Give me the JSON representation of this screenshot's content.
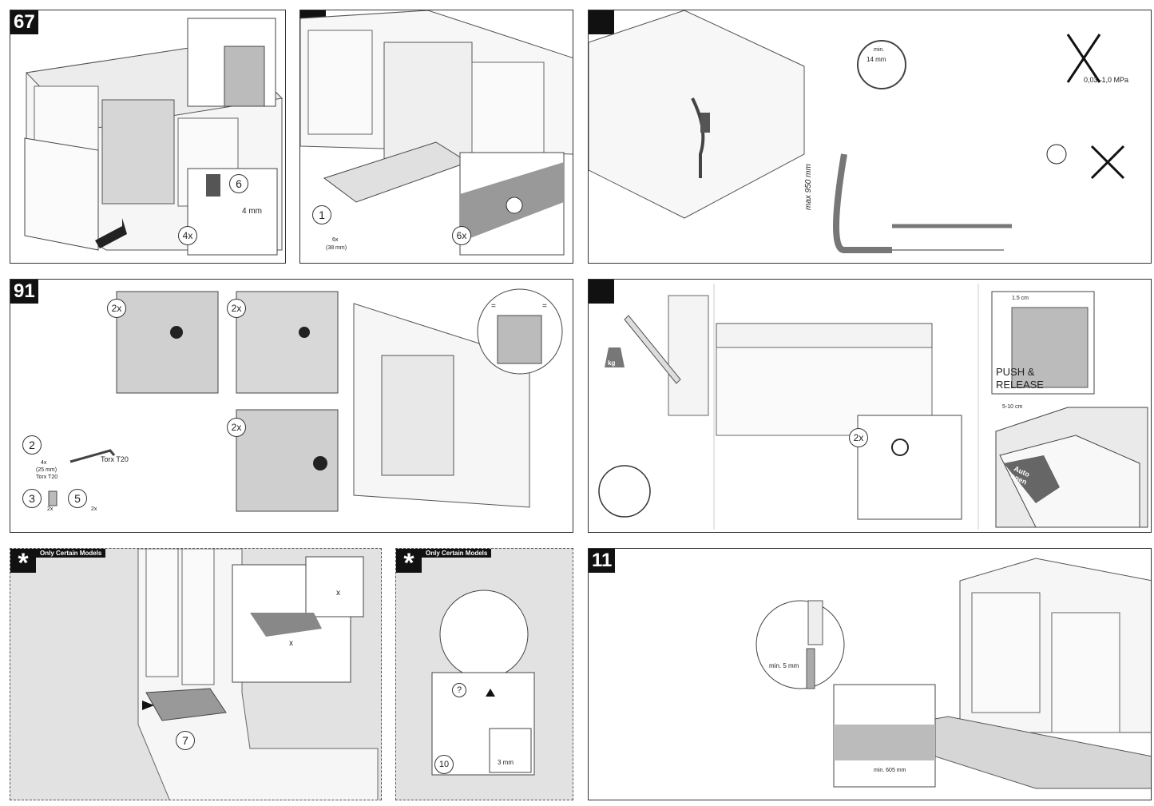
{
  "panels": {
    "p1": {
      "step": "67",
      "mult": "4x",
      "callout": "6",
      "measure": "4 mm"
    },
    "p2": {
      "step": "",
      "part": "1",
      "qty": "6x",
      "size": "(38 mm)",
      "mult": "6x"
    },
    "p3": {
      "step": "",
      "min_label": "min.",
      "min_value": "14 mm",
      "pressure": "0,03–1,0 MPa",
      "height": "max 950 mm"
    },
    "p4": {
      "step": "91",
      "mult_a": "2x",
      "mult_b": "2x",
      "mult_c": "2x",
      "equal_a": "=",
      "equal_b": "=",
      "part2": "2",
      "part2_qty": "4x",
      "part2_size": "(25 mm)",
      "part2_tool": "Torx T20",
      "tool": "Torx T20",
      "part3": "3",
      "part3_qty": "2x",
      "part5": "5",
      "part5_qty": "2x"
    },
    "p5": {
      "step": "",
      "weight": "kg",
      "dist_a": "1.5 cm",
      "push": "PUSH &\nRELEASE",
      "dist_b": "5-10 cm",
      "auto": "Auto\nopen",
      "mult": "2x"
    },
    "p6": {
      "only": "Only Certain Models",
      "x1": "x",
      "x2": "x",
      "callout": "7"
    },
    "p7": {
      "only": "Only Certain Models",
      "callout": "?",
      "measure": "3 mm",
      "num": "10"
    },
    "p8": {
      "step": "11",
      "min_gap": "min. 5 mm",
      "min_width": "min. 605 mm"
    }
  }
}
